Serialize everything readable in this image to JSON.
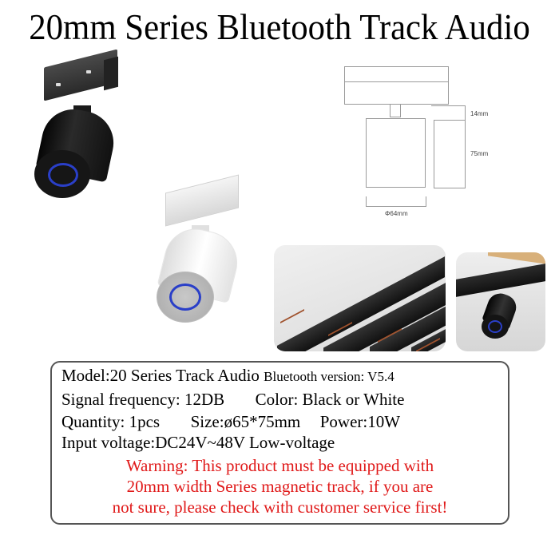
{
  "title": "20mm Series Bluetooth Track Audio",
  "images": {
    "black_product": "black track audio speaker with blue ring",
    "white_product": "white track audio speaker with blue ring",
    "rails_photo": "black magnetic track rails",
    "install_photo": "installed black speaker on track"
  },
  "drawing": {
    "dim_height_neck": "14mm",
    "dim_height_body": "75mm",
    "dim_diameter": "Φ64mm"
  },
  "specs": {
    "model": "Model:20 Series Track Audio",
    "bluetooth": "Bluetooth version: V5.4",
    "signal": "Signal frequency: 12DB",
    "color": "Color: Black or White",
    "quantity": "Quantity: 1pcs",
    "size": "Size:ø65*75mm",
    "power": "Power:10W",
    "voltage": "Input voltage:DC24V~48V Low-voltage"
  },
  "warning": {
    "line1": "Warning: This product must be equipped with",
    "line2": "20mm width Series magnetic track, if you are",
    "line3": "not sure, please check with customer service first!"
  },
  "colors": {
    "warning_text": "#e01818",
    "ring_blue": "#2a3fc8"
  }
}
